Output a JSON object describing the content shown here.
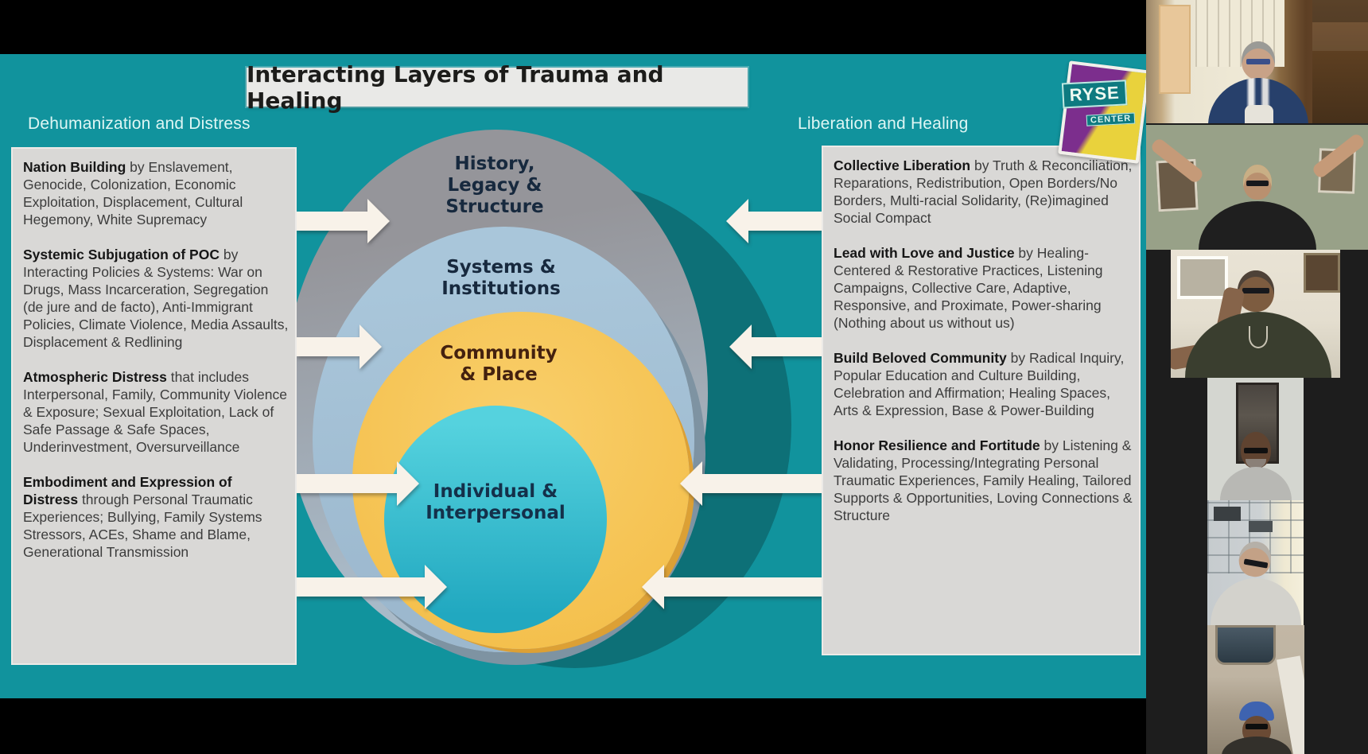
{
  "slide": {
    "title": "Interacting Layers of Trauma and Healing",
    "left_header": "Dehumanization and Distress",
    "right_header": "Liberation and Healing",
    "logo": {
      "top": "RYSE",
      "bottom": "CENTER"
    },
    "left_panel": {
      "paragraphs": [
        {
          "lead": "Nation Building",
          "body": " by Enslavement, Genocide, Colonization, Economic Exploitation, Displacement, Cultural Hegemony, White Supremacy"
        },
        {
          "lead": "Systemic Subjugation of POC",
          "body": " by Interacting Policies & Systems: War on Drugs, Mass Incarceration, Segregation (de jure and de facto), Anti-Immigrant Policies, Climate Violence, Media Assaults, Displacement & Redlining"
        },
        {
          "lead": "Atmospheric Distress",
          "body": " that includes Interpersonal, Family, Community Violence & Exposure; Sexual Exploitation, Lack of Safe Passage & Safe Spaces, Underinvestment, Oversurveillance"
        },
        {
          "lead": "Embodiment and Expression of Distress",
          "body": " through Personal Traumatic Experiences; Bullying, Family Systems Stressors, ACEs, Shame and Blame, Generational Transmission"
        }
      ]
    },
    "right_panel": {
      "paragraphs": [
        {
          "lead": "Collective Liberation",
          "body": " by Truth & Reconciliation, Reparations, Redistribution, Open Borders/No Borders, Multi-racial Solidarity, (Re)imagined Social Compact"
        },
        {
          "lead": "Lead with Love and Justice",
          "body": " by Healing-Centered & Restorative Practices, Listening Campaigns, Collective Care, Adaptive, Responsive, and Proximate, Power-sharing (Nothing about us without us)"
        },
        {
          "lead": "Build Beloved Community",
          "body": " by Radical Inquiry, Popular Education and Culture Building, Celebration and Affirmation; Healing Spaces, Arts & Expression, Base & Power-Building"
        },
        {
          "lead": "Honor Resilience and Fortitude",
          "body": " by Listening & Validating, Processing/Integrating Personal Traumatic Experiences,  Family Healing, Tailored Supports & Opportunities, Loving Connections & Structure"
        }
      ]
    },
    "rings": [
      {
        "lines": [
          "History,",
          "Legacy &",
          "Structure"
        ],
        "color": "#97989c"
      },
      {
        "lines": [
          "Systems &",
          "Institutions"
        ],
        "color": "#a9c6da"
      },
      {
        "lines": [
          "Community",
          "& Place"
        ],
        "color": "#f5c455"
      },
      {
        "lines": [
          "Individual &",
          "Interpersonal"
        ],
        "color": "#36c2d2"
      }
    ],
    "colors": {
      "background": "#11939d",
      "panel": "#d9d8d6",
      "arrow": "#f8f2e9",
      "shadow_ring": "#0d7077",
      "header_text": "#def6f4"
    }
  },
  "participants": [
    {
      "description": "man with glasses in navy jacket, living room with bright window and wood shelves"
    },
    {
      "description": "woman with glasses gesturing with both hands raised, green wall with framed pictures"
    },
    {
      "description": "man with glasses resting hand on cheek, dark shirt and chain necklace"
    },
    {
      "description": "bald man with glasses in front of white wall with tall artwork"
    },
    {
      "description": "man with glasses looking down, office ceiling and bright window behind"
    },
    {
      "description": "man in blue cap and sunglasses inside a car"
    }
  ]
}
